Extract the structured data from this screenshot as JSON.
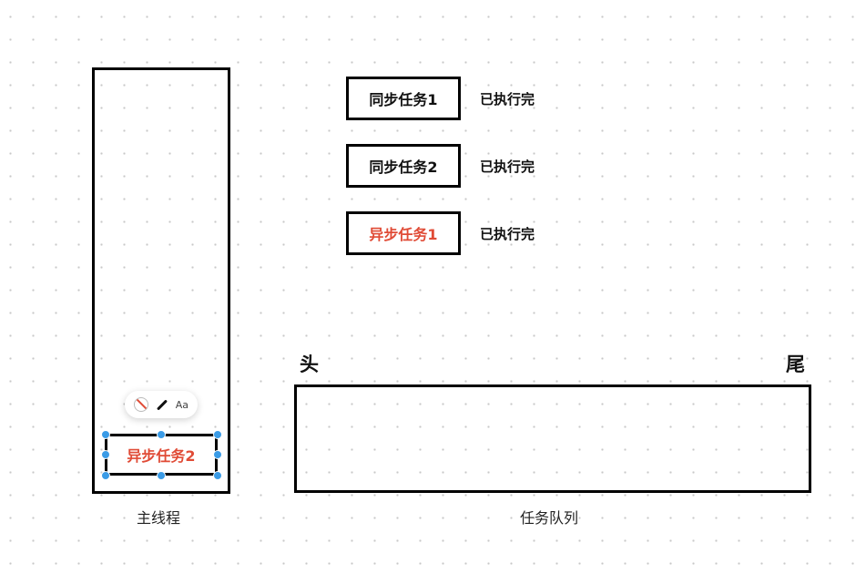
{
  "main_thread": {
    "label": "主线程",
    "task": "异步任务2"
  },
  "toolbar": {
    "icons": [
      "no-fill-icon",
      "pen-icon",
      "text-style-icon"
    ],
    "text_label": "Aa"
  },
  "tasks": [
    {
      "label": "同步任务1",
      "status": "已执行完"
    },
    {
      "label": "同步任务2",
      "status": "已执行完"
    },
    {
      "label": "异步任务1",
      "status": "已执行完"
    }
  ],
  "queue": {
    "label": "任务队列",
    "head": "头",
    "tail": "尾"
  },
  "colors": {
    "accent": "#e04b36",
    "selection": "#3a9be6"
  }
}
